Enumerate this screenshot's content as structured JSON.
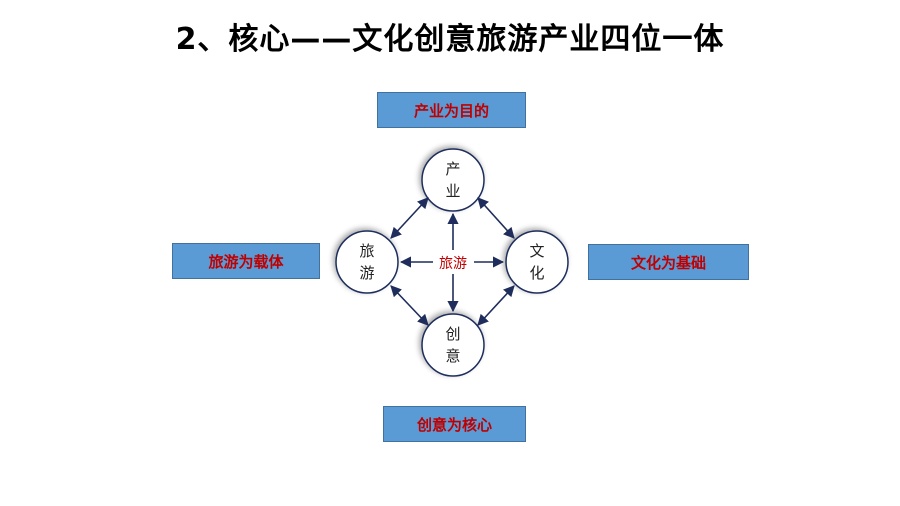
{
  "title": "2、核心——文化创意旅游产业四位一体",
  "boxes": {
    "top": "产业为目的",
    "left": "旅游为载体",
    "right": "文化为基础",
    "bottom": "创意为核心"
  },
  "nodes": {
    "top": [
      "产",
      "业"
    ],
    "left": [
      "旅",
      "游"
    ],
    "right": [
      "文",
      "化"
    ],
    "bottom": [
      "创",
      "意"
    ]
  },
  "center": "旅游",
  "colors": {
    "box_fill": "#5b9bd5",
    "box_text": "#c00000",
    "arrow": "#1f2d5c",
    "circle_stroke": "#1f2d5c"
  }
}
